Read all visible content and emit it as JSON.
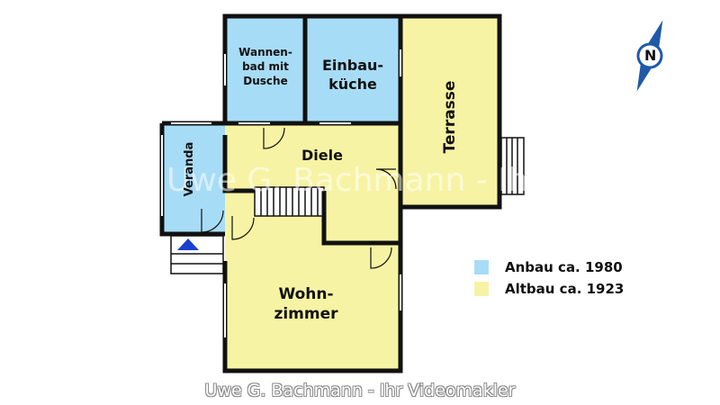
{
  "colors": {
    "anbau": "#a7dcf7",
    "altbau": "#f7f3a4",
    "wall": "#111111",
    "compass": "#1e5aa8",
    "stair_arrow": "#1a3fd0"
  },
  "rooms": {
    "wannenbad": "Wannen-|bad mit|Dusche",
    "einbaukueche": "Einbau-|küche",
    "terrasse": "Terrasse",
    "veranda": "Veranda",
    "diele": "Diele",
    "wohnzimmer": "Wohn-|zimmer"
  },
  "compass": {
    "label": "N",
    "icon": "compass-north-icon"
  },
  "legend": [
    {
      "label": "Anbau ca. 1980",
      "color": "#a7dcf7"
    },
    {
      "label": "Altbau ca. 1923",
      "color": "#f7f3a4"
    }
  ],
  "watermark": "Uwe G. Bachmann - Ihr Videomakler",
  "footer": "Uwe G. Bachmann - Ihr Videomakler"
}
